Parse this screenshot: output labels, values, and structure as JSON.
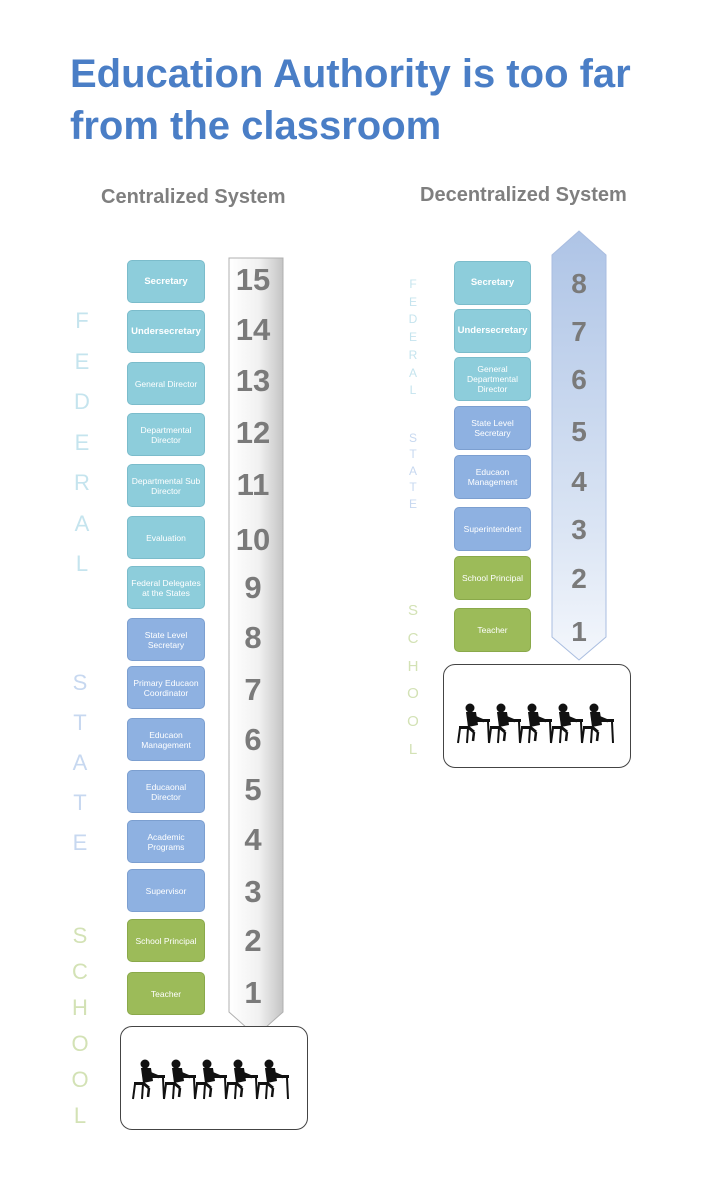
{
  "title": "Education Authority is too far from the classroom",
  "centralized": {
    "heading": "Centralized System",
    "levels": [
      {
        "label": "Secretary",
        "number": "15",
        "group": "federal"
      },
      {
        "label": "Undersecretary",
        "number": "14",
        "group": "federal"
      },
      {
        "label": "General Director",
        "number": "13",
        "group": "federal"
      },
      {
        "label": "Departmental Director",
        "number": "12",
        "group": "federal"
      },
      {
        "label": "Departmental Sub Director",
        "number": "11",
        "group": "federal"
      },
      {
        "label": "Evaluation",
        "number": "10",
        "group": "federal"
      },
      {
        "label": "Federal Delegates at the States",
        "number": "9",
        "group": "federal"
      },
      {
        "label": "State Level Secretary",
        "number": "8",
        "group": "state"
      },
      {
        "label": "Primary Educaon Coordinator",
        "number": "7",
        "group": "state"
      },
      {
        "label": "Educaon Management",
        "number": "6",
        "group": "state"
      },
      {
        "label": "Educaonal Director",
        "number": "5",
        "group": "state"
      },
      {
        "label": "Academic Programs",
        "number": "4",
        "group": "state"
      },
      {
        "label": "Supervisor",
        "number": "3",
        "group": "state"
      },
      {
        "label": "School Principal",
        "number": "2",
        "group": "school"
      },
      {
        "label": "Teacher",
        "number": "1",
        "group": "school"
      }
    ],
    "side_labels": {
      "federal": "FEDERAL",
      "state": "STATE",
      "school": "SCHOOL"
    }
  },
  "decentralized": {
    "heading": "Decentralized System",
    "levels": [
      {
        "label": "Secretary",
        "number": "8",
        "group": "federal"
      },
      {
        "label": "Undersecretary",
        "number": "7",
        "group": "federal"
      },
      {
        "label": "General Departmental Director",
        "number": "6",
        "group": "federal"
      },
      {
        "label": "State Level Secretary",
        "number": "5",
        "group": "state"
      },
      {
        "label": "Educaon Management",
        "number": "4",
        "group": "state"
      },
      {
        "label": "Superintendent",
        "number": "3",
        "group": "state"
      },
      {
        "label": "School Principal",
        "number": "2",
        "group": "school"
      },
      {
        "label": "Teacher",
        "number": "1",
        "group": "school"
      }
    ],
    "side_labels": {
      "federal": "FEDERAL",
      "state": "STATE",
      "school": "SCHOOL"
    }
  },
  "colors": {
    "title": "#4a7ec6",
    "federal_box": "#8dcddb",
    "state_box": "#8eb1e1",
    "school_box": "#9cbb59",
    "federal_text": "#c5e4ee",
    "state_text": "#c7d8f0",
    "school_text": "#d3e2b5"
  }
}
